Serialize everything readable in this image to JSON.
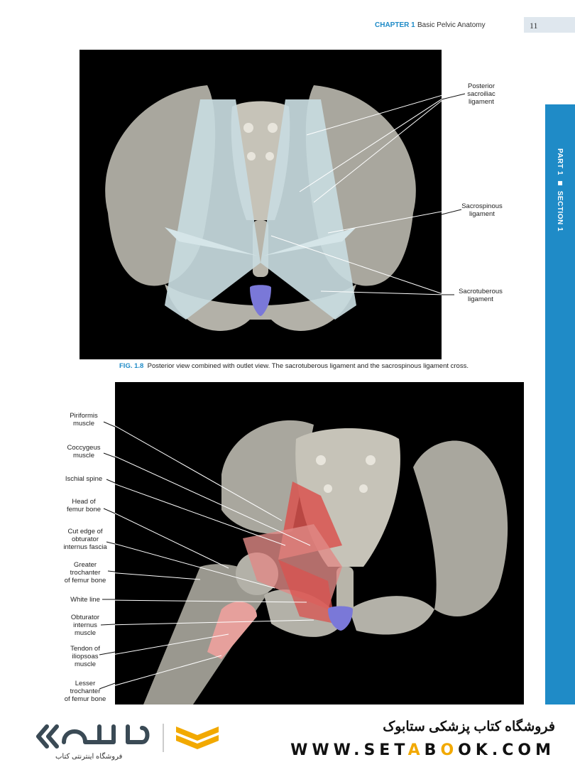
{
  "header": {
    "chapter": "CHAPTER 1",
    "title": "Basic Pelvic Anatomy",
    "page_number": "11"
  },
  "side_tab": {
    "part": "PART 1",
    "section": "SECTION 1"
  },
  "figure1": {
    "labels": {
      "posterior_sacroiliac": "Posterior\nsacroiliac\nligament",
      "sacrospinous": "Sacrospinous\nligament",
      "sacrotuberous": "Sacrotuberous\nligament"
    },
    "caption_id": "FIG. 1.8",
    "caption_text": "Posterior view combined with outlet view. The sacrotuberous ligament and the sacrospinous ligament cross."
  },
  "figure2": {
    "labels": {
      "piriformis": "Piriformis\nmuscle",
      "coccygeus": "Coccygeus\nmuscle",
      "ischial_spine": "Ischial spine",
      "femur_head": "Head of\nfemur bone",
      "obturator_fascia": "Cut edge of\nobturator\ninternus fascia",
      "greater_trochanter": "Greater\ntrochanter\nof femur bone",
      "white_line": "White line",
      "obturator_muscle": "Obturator\ninternus\nmuscle",
      "iliopsoas": "Tendon of\niliopsoas\nmuscle",
      "lesser_trochanter": "Lesser\ntrochanter\nof femur bone"
    }
  },
  "footer": {
    "store_name": "فروشگاه کتاب پزشکی ستابوک",
    "url_prefix": "WWW.SET",
    "url_highlight": "A",
    "url_mid": "B",
    "url_highlight2": "O",
    "url_suffix": "OK.COM",
    "logo_sub": "فروشگاه اینترنتی کتاب",
    "colors": {
      "accent": "#f2a900",
      "logo_dark": "#3a4a55"
    }
  },
  "colors": {
    "brand_blue": "#1f8bc7",
    "ligament": "#c8dbe0",
    "muscle": "#d9534f",
    "coccyx": "#7a78d8"
  }
}
